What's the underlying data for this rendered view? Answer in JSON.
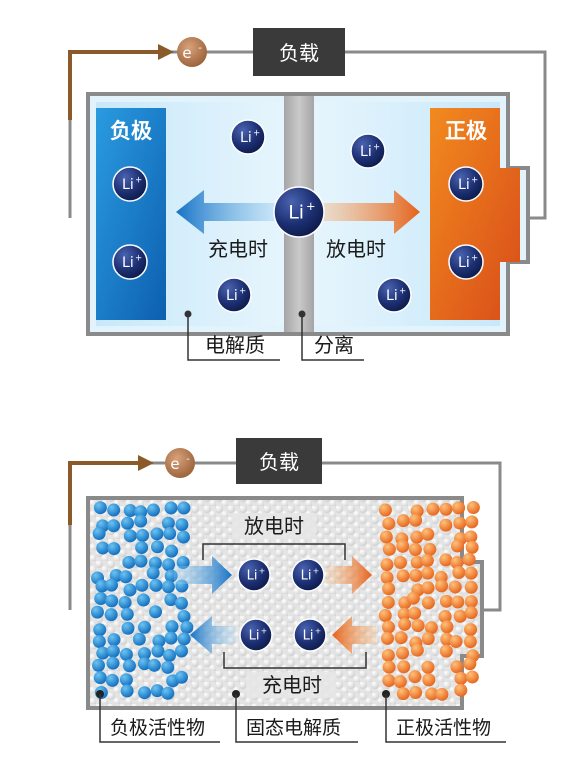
{
  "top": {
    "load_label": "负载",
    "electron_label": "e",
    "electron_sup": "-",
    "negative_label": "负极",
    "positive_label": "正极",
    "charge_label": "充电时",
    "discharge_label": "放电时",
    "ion_label": "Li",
    "ion_sup": "+",
    "electrolyte_label": "电解质",
    "separator_label": "分离"
  },
  "bottom": {
    "load_label": "负载",
    "electron_label": "e",
    "electron_sup": "-",
    "discharge_label": "放电时",
    "charge_label": "充电时",
    "ion_label": "Li",
    "ion_sup": "+",
    "neg_active_label": "负极活性物",
    "solid_electrolyte_label": "固态电解质",
    "pos_active_label": "正极活性物"
  },
  "colors": {
    "wire": "#8a8a8a",
    "electron_wire": "#8a5a2b",
    "load_box": "#3a3a3a",
    "negative": "#1a78c8",
    "positive": "#ea6a1c",
    "ion": "#1a2f6e",
    "electrolyte": "#d6eefa",
    "separator": "#b4b4b4"
  }
}
